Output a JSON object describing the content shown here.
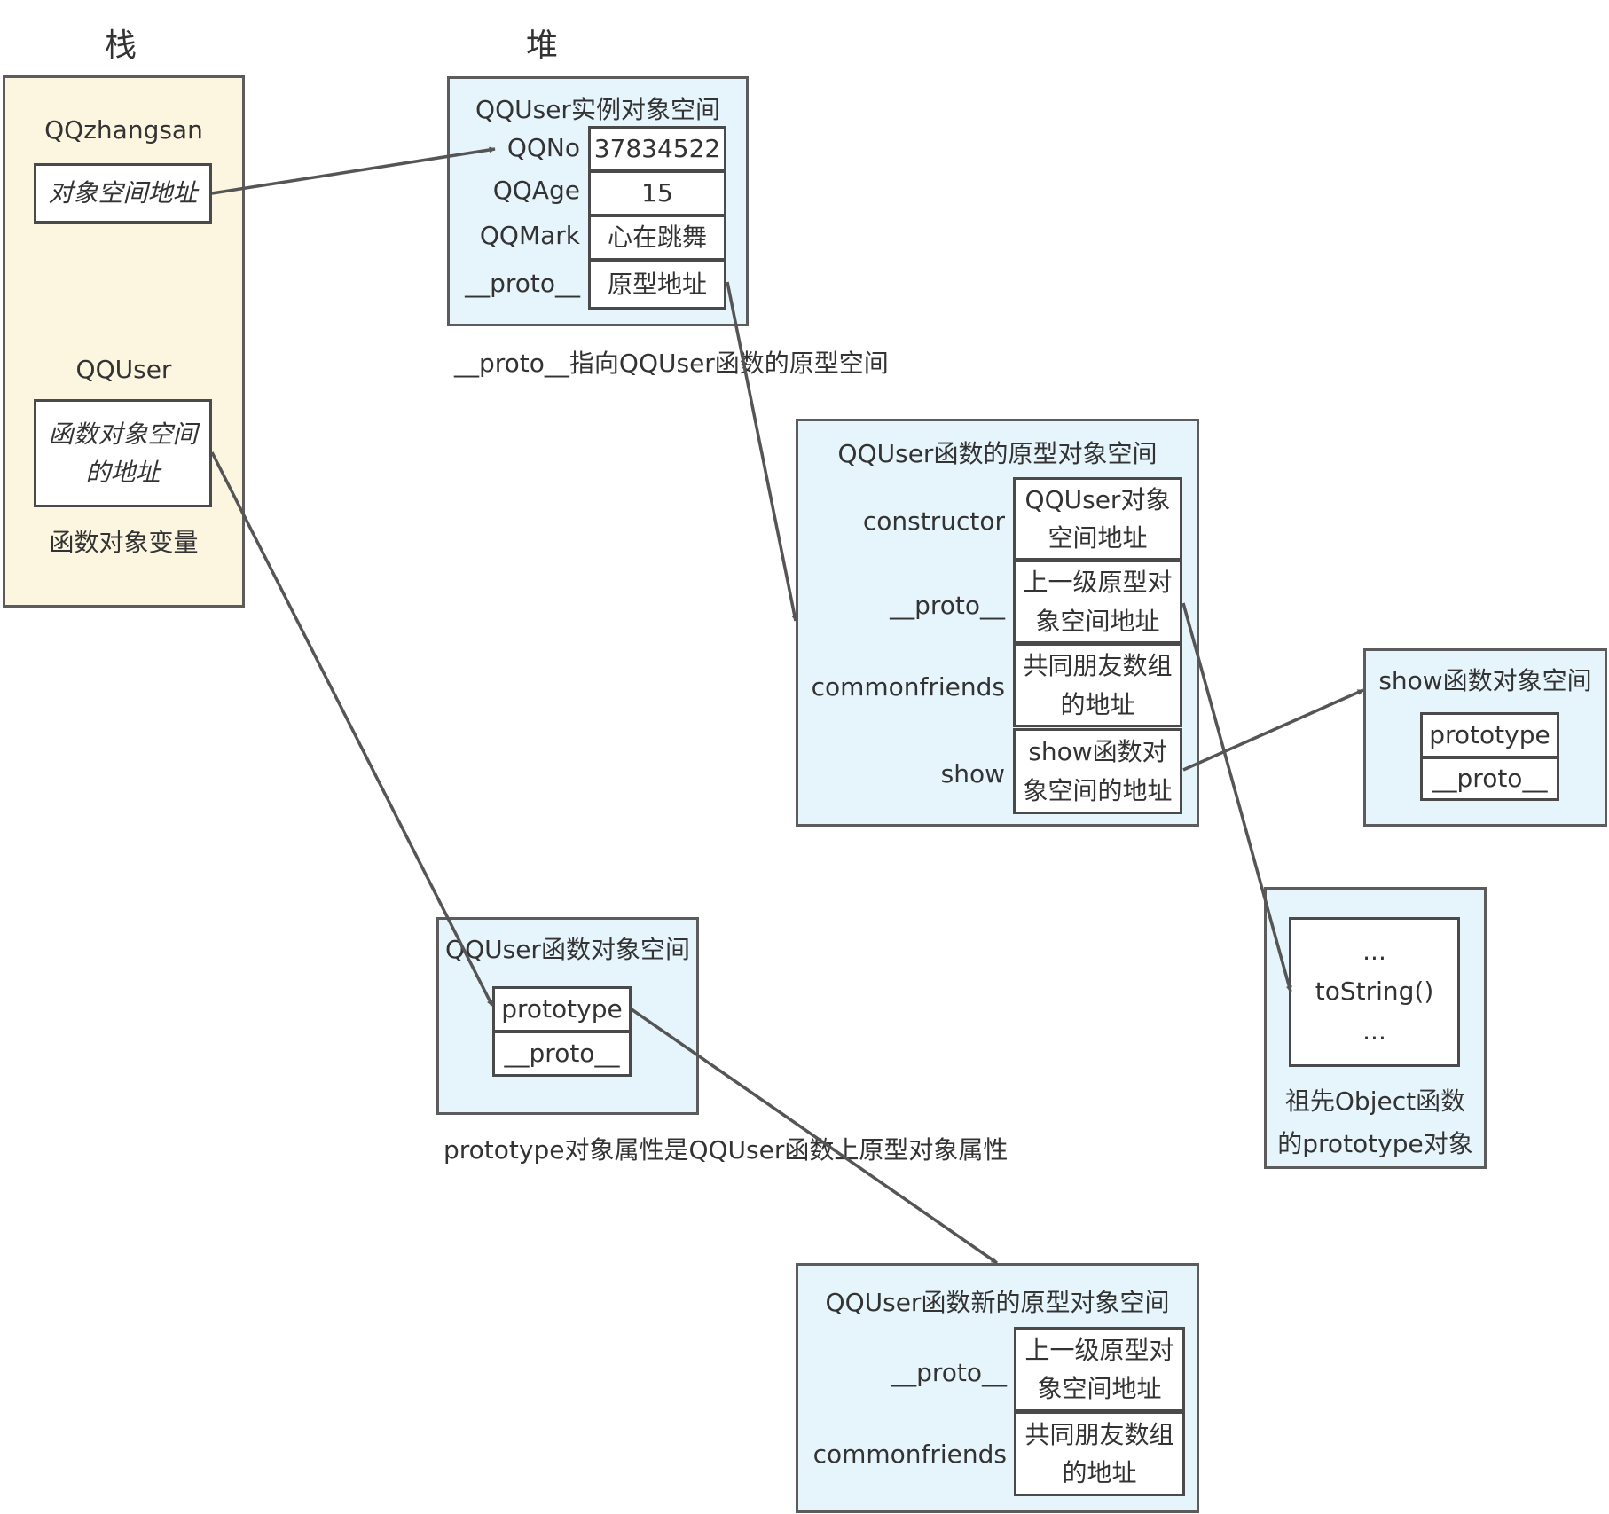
{
  "headings": {
    "stack": "栈",
    "heap": "堆"
  },
  "stack": {
    "var1": {
      "name": "QQzhangsan",
      "value": "对象空间地址"
    },
    "var2": {
      "name": "QQUser",
      "value_line1": "函数对象空间",
      "value_line2": "的地址",
      "caption": "函数对象变量"
    }
  },
  "instance": {
    "title": "QQUser实例对象空间",
    "rows": [
      {
        "label": "QQNo",
        "value": "37834522"
      },
      {
        "label": "QQAge",
        "value": "15"
      },
      {
        "label": "QQMark",
        "value": "心在跳舞"
      },
      {
        "label": "__proto__",
        "value": "原型地址"
      }
    ],
    "note": "__proto__指向QQUser函数的原型空间"
  },
  "proto_obj": {
    "title": "QQUser函数的原型对象空间",
    "rows": [
      {
        "label": "constructor",
        "v1": "QQUser对象",
        "v2": "空间地址"
      },
      {
        "label": "__proto__",
        "v1": "上一级原型对",
        "v2": "象空间地址"
      },
      {
        "label": "commonfriends",
        "v1": "共同朋友数组",
        "v2": "的地址"
      },
      {
        "label": "show",
        "v1": "show函数对",
        "v2": "象空间的地址"
      }
    ]
  },
  "show_fn": {
    "title": "show函数对象空间",
    "prop1": "prototype",
    "prop2": "__proto__"
  },
  "object_proto": {
    "line1": "...",
    "line2": "toString()",
    "line3": "...",
    "caption1": "祖先Object函数",
    "caption2": "的prototype对象"
  },
  "fn_obj": {
    "title": "QQUser函数对象空间",
    "prop1": "prototype",
    "prop2": "__proto__",
    "note": "prototype对象属性是QQUser函数上原型对象属性"
  },
  "new_proto": {
    "title": "QQUser函数新的原型对象空间",
    "rows": [
      {
        "label": "__proto__",
        "v1": "上一级原型对",
        "v2": "象空间地址"
      },
      {
        "label": "commonfriends",
        "v1": "共同朋友数组",
        "v2": "的地址"
      }
    ]
  }
}
